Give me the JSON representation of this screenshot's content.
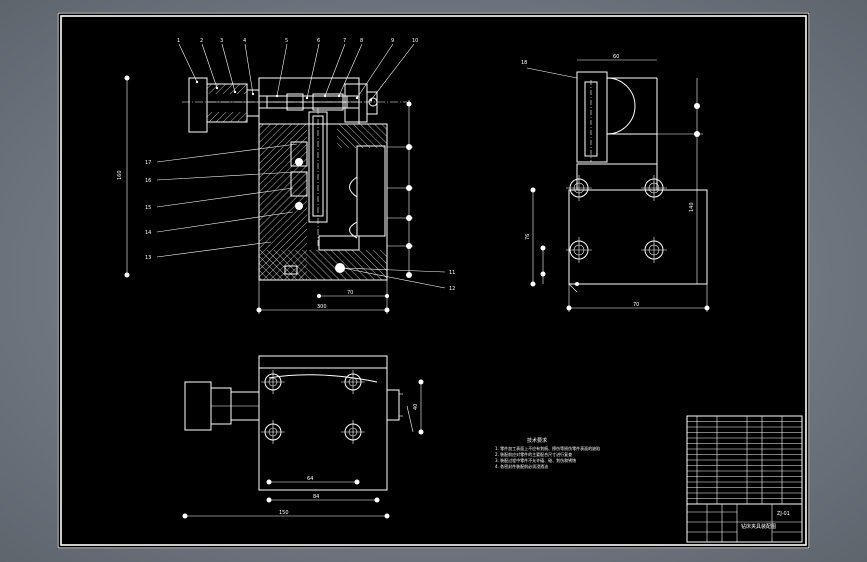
{
  "drawing": {
    "main_view": {
      "part_numbers_top": [
        "1",
        "2",
        "3",
        "4",
        "5",
        "6",
        "7",
        "8",
        "9",
        "10"
      ],
      "part_numbers_left": [
        "17",
        "16",
        "15",
        "14",
        "13"
      ],
      "part_numbers_right": [
        "11",
        "12"
      ],
      "dim_width": "300",
      "dim_inner": "70"
    },
    "side_view": {
      "part_number": "18",
      "dim_top": "60",
      "dim_height": "140",
      "dim_left": "76",
      "dim_bottom": "70"
    },
    "plan_view": {
      "dim_overall": "150",
      "dim_span_a": "64",
      "dim_span_b": "84",
      "dim_side": "40"
    },
    "notes": {
      "heading": "技术要求",
      "lines": [
        "1. 零件加工表面上不应有划痕、擦伤等损伤零件表面的缺陷",
        "2. 装配前应对零件的主要配合尺寸进行复查",
        "3. 装配过程中零件不允许磕、碰、划伤和锈蚀",
        "4. 各密封件装配前必须浸透油"
      ]
    },
    "title_block": {
      "title": "钻床夹具装配图",
      "sub": "ZJ-01"
    }
  }
}
